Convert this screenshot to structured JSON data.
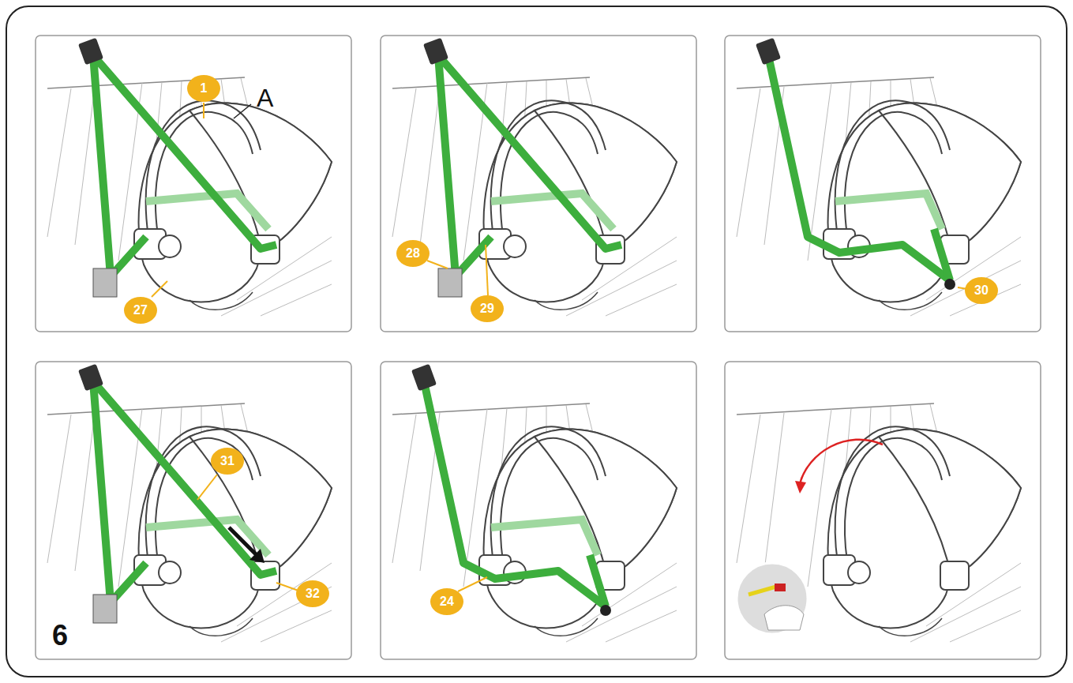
{
  "diagram": {
    "labels": [
      "1",
      "A",
      "27",
      "28",
      "29",
      "30",
      "31",
      "32",
      "24",
      "6"
    ]
  }
}
